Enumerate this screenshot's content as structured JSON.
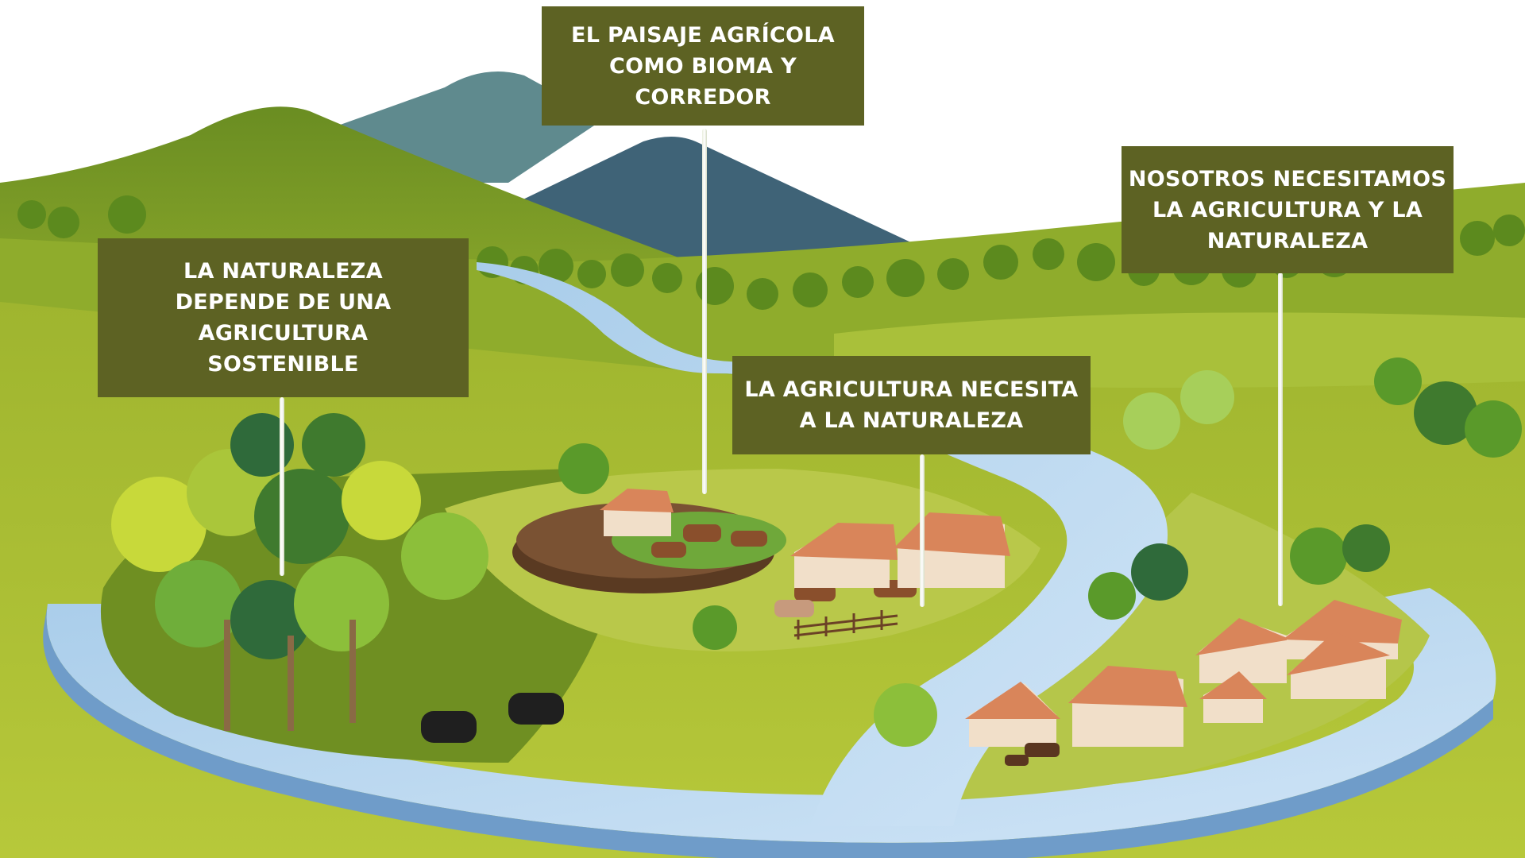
{
  "callouts": {
    "top": {
      "lines": [
        "EL PAISAJE AGRÍCOLA",
        "COMO BIOMA Y",
        "CORREDOR"
      ]
    },
    "left": {
      "lines": [
        "LA NATURALEZA",
        "DEPENDE DE UNA",
        "AGRICULTURA",
        "SOSTENIBLE"
      ]
    },
    "middle": {
      "lines": [
        "LA AGRICULTURA NECESITA",
        "A LA NATURALEZA"
      ]
    },
    "right": {
      "lines": [
        "NOSOTROS NECESITAMOS",
        "LA AGRICULTURA Y LA",
        "NATURALEZA"
      ]
    }
  },
  "colors": {
    "callout_bg": "#5d6223",
    "callout_text": "#ffffff",
    "river": "#b5d5f0",
    "grass": "#a6bd33",
    "hills": "#7a9a24",
    "mountain_front": "#3f6377",
    "mountain_back": "#5f8a8e",
    "roofs": "#d9855a",
    "walls": "#f1dfc9"
  },
  "scene_elements": [
    "mountains",
    "hills",
    "river",
    "forest",
    "farm-field",
    "cattle",
    "houses",
    "bears",
    "horses",
    "fence"
  ]
}
